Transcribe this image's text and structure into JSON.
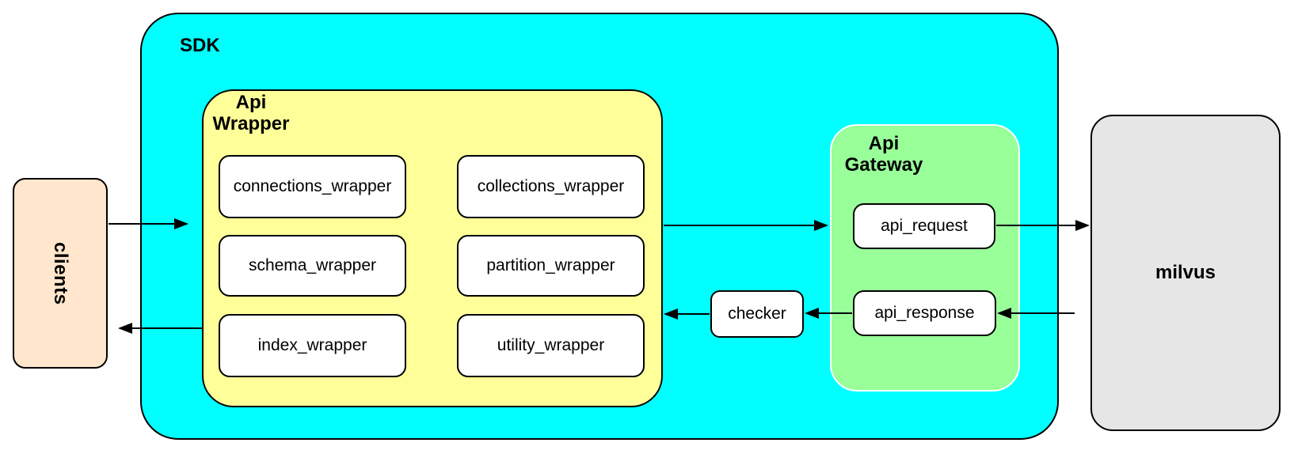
{
  "nodes": {
    "clients": {
      "label": "clients"
    },
    "sdk": {
      "label": "SDK"
    },
    "api_wrapper": {
      "label": "Api\nWrapper",
      "boxes": [
        "connections_wrapper",
        "collections_wrapper",
        "schema_wrapper",
        "partition_wrapper",
        "index_wrapper",
        "utility_wrapper"
      ]
    },
    "checker": {
      "label": "checker"
    },
    "api_gateway": {
      "label": "Api\nGateway",
      "boxes": [
        "api_request",
        "api_response"
      ]
    },
    "milvus": {
      "label": "milvus"
    }
  },
  "edges": [
    {
      "from": "clients",
      "to": "sdk"
    },
    {
      "from": "api_wrapper",
      "to": "api_gateway"
    },
    {
      "from": "api_request",
      "to": "milvus"
    },
    {
      "from": "milvus",
      "to": "api_response"
    },
    {
      "from": "api_response",
      "to": "checker"
    },
    {
      "from": "checker",
      "to": "api_wrapper"
    },
    {
      "from": "api_wrapper",
      "to": "clients"
    }
  ],
  "colors": {
    "sdk_fill": "#00FFFF",
    "api_wrapper_fill": "#FFFF99",
    "api_gateway_fill": "#99FF99",
    "clients_fill": "#FFE6CC",
    "milvus_fill": "#E6E6E6",
    "inner_box_fill": "#FFFFFF",
    "stroke": "#000000"
  }
}
